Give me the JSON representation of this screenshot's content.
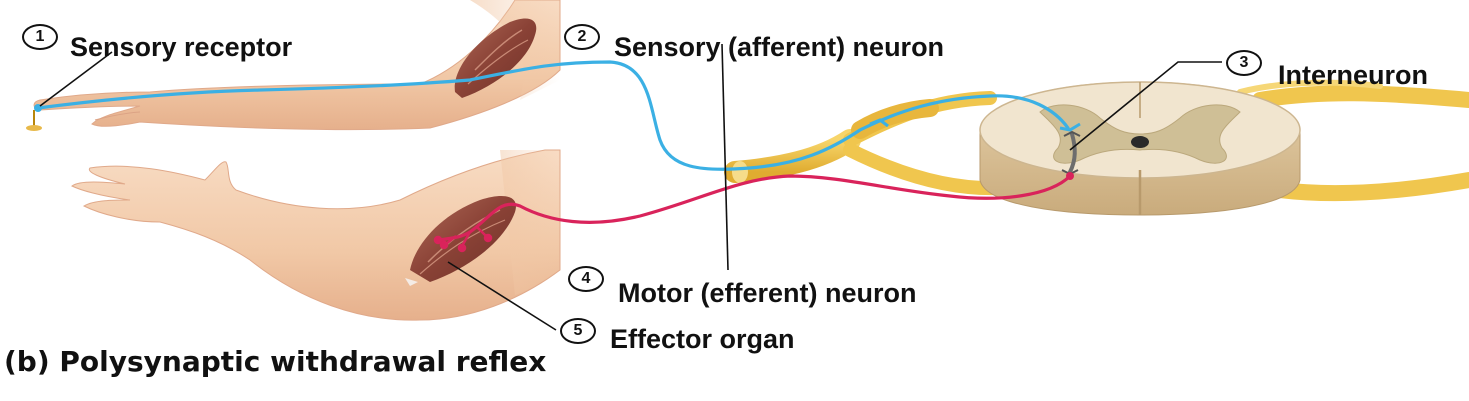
{
  "labels": {
    "step1": {
      "number": "1",
      "text": "Sensory receptor"
    },
    "step2": {
      "number": "2",
      "text": "Sensory (afferent) neuron"
    },
    "step3": {
      "number": "3",
      "text": "Interneuron"
    },
    "step4": {
      "number": "4",
      "text": "Motor (efferent) neuron"
    },
    "step5": {
      "number": "5",
      "text": "Effector organ"
    }
  },
  "caption": "(b) Polysynaptic withdrawal reflex",
  "colors": {
    "sensory_neuron": "#3bb0e4",
    "motor_neuron": "#d9235b",
    "interneuron": "#6d6d6d",
    "nerve": "#f0c64e",
    "skin": "#f5d2b5",
    "muscle": "#8e4b40",
    "spinal_white_matter": "#f1e5cf",
    "spinal_gray_matter": "#cfbf96"
  }
}
